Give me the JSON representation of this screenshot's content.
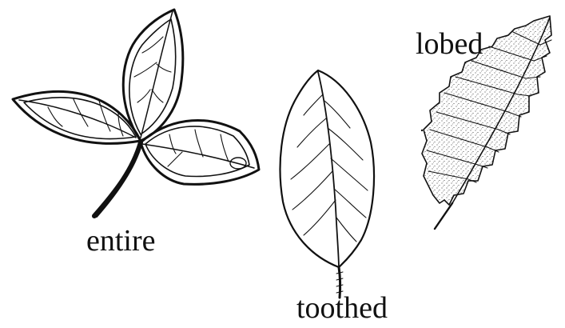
{
  "labels": {
    "entire": "entire",
    "toothed": "toothed",
    "lobed": "lobed"
  },
  "colors": {
    "ink": "#111111",
    "background": "#ffffff"
  }
}
